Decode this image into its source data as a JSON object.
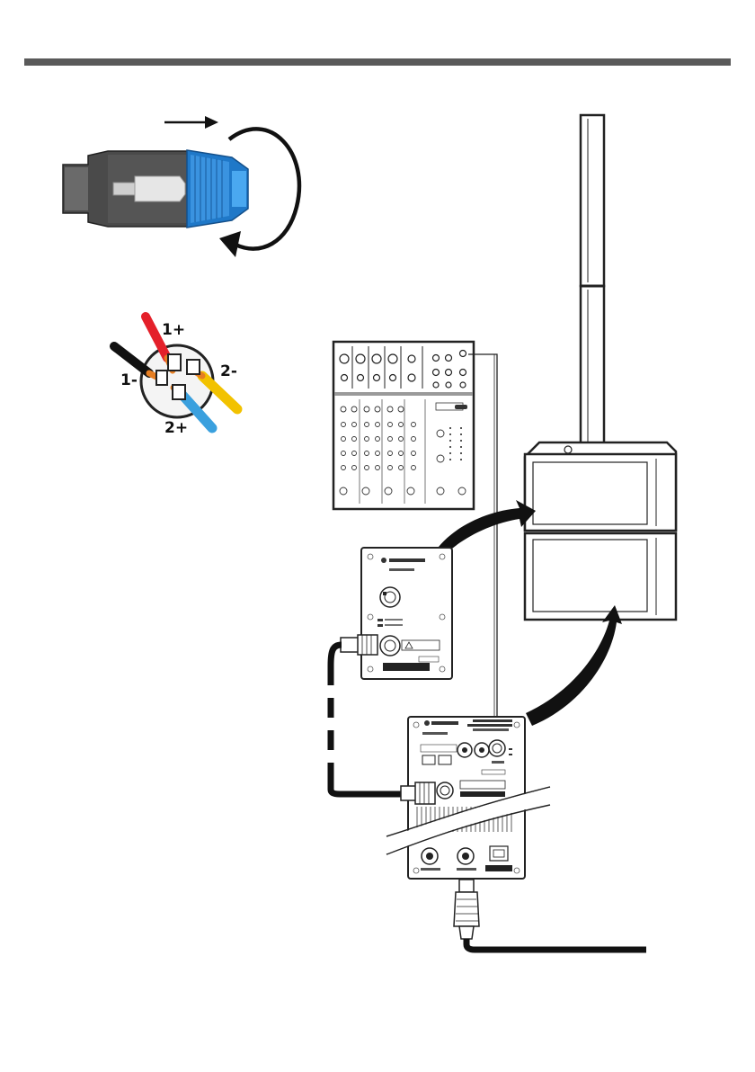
{
  "colors": {
    "header_rule": "#5a5a5a",
    "connector_blue": "#1f78c8",
    "wire_red": "#e4202a",
    "wire_black": "#111111",
    "wire_orange": "#e67e22",
    "wire_yellow": "#f2c200",
    "wire_blue": "#3aa0de",
    "line": "#222222"
  },
  "pinout": {
    "pin_1_plus": "1+",
    "pin_1_minus": "1-",
    "pin_2_minus": "2-",
    "pin_2_plus": "2+"
  },
  "icons": {
    "twist_direction": "arrow-right-icon",
    "rotation": "circular-arrow-icon",
    "speakon_plug": "speakon-plug-icon",
    "speakon_socket": "speakon-pinout-icon",
    "mixer": "mixer-console-icon",
    "column": "line-array-column-icon",
    "subwoofer": "subwoofer-cabinet-icon",
    "passive_panel": "passive-sub-panel-icon",
    "active_panel": "active-sub-panel-icon",
    "power_plug": "power-plug-icon"
  }
}
